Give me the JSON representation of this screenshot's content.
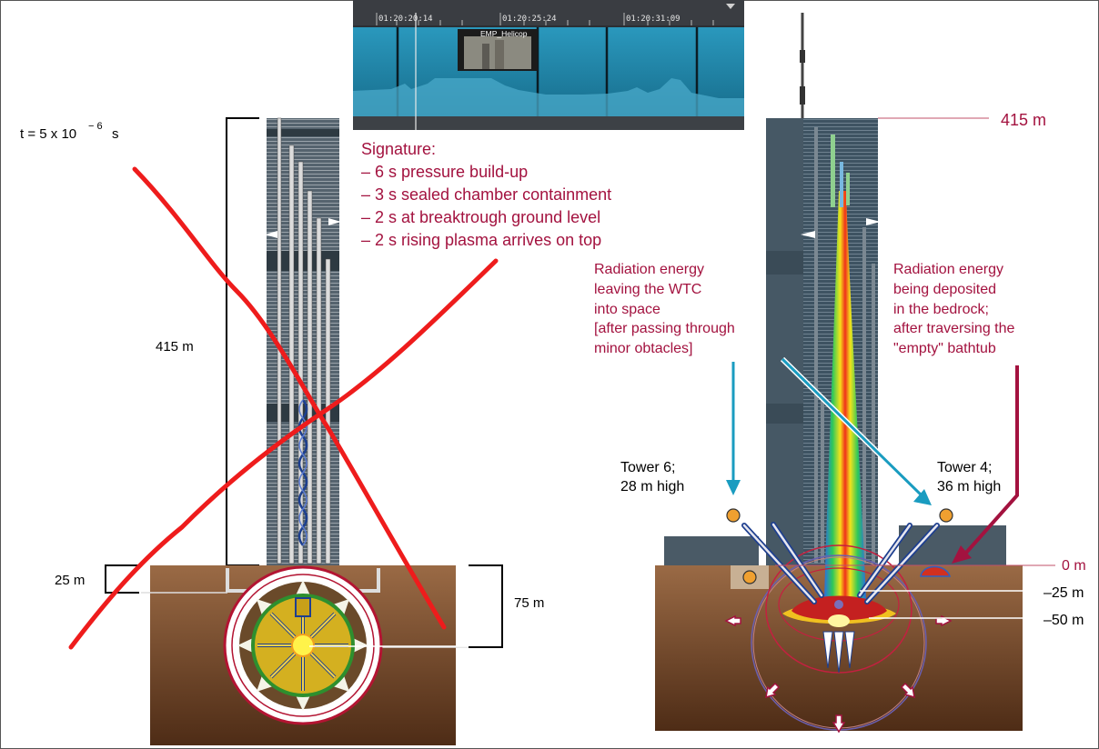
{
  "timeline": {
    "timestamps": [
      "01:20:20:14",
      "01:20:25:24",
      "01:20:31:09"
    ],
    "clip_label": "EMP_Helicop"
  },
  "left_diagram": {
    "time_label": "t = 5 x 10",
    "time_exponent": "− 6",
    "time_unit": "s",
    "height_label": "415 m",
    "depth_left_label": "25 m",
    "depth_right_label": "75 m"
  },
  "signature": {
    "heading": "Signature:",
    "items": [
      "– 6 s pressure build-up",
      "– 3 s sealed chamber containment",
      "– 2 s at breaktrough ground level",
      "– 2 s rising plasma arrives on top"
    ]
  },
  "right_diagram": {
    "top_label": "415 m",
    "ground_label": "0 m",
    "depth1_label": "–25 m",
    "depth2_label": "–50 m",
    "radiation_left": [
      "Radiation energy",
      "leaving the WTC",
      "into space",
      "[after passing through",
      "minor obtacles]"
    ],
    "radiation_right": [
      "Radiation energy",
      "being deposited",
      "in the bedrock;",
      "after traversing the",
      "\"empty\" bathtub"
    ],
    "tower6": [
      "Tower 6;",
      "28 m high"
    ],
    "tower4": [
      "Tower 4;",
      "36 m high"
    ]
  },
  "colors": {
    "accent_text": "#a3123f",
    "tower_fill": "#4a5a66",
    "ground_fill": "#7a4a2a",
    "annotation_red": "#ee1c1c",
    "arrow_cyan": "#1a9cc0",
    "timeline_track": "#1e86a8"
  }
}
